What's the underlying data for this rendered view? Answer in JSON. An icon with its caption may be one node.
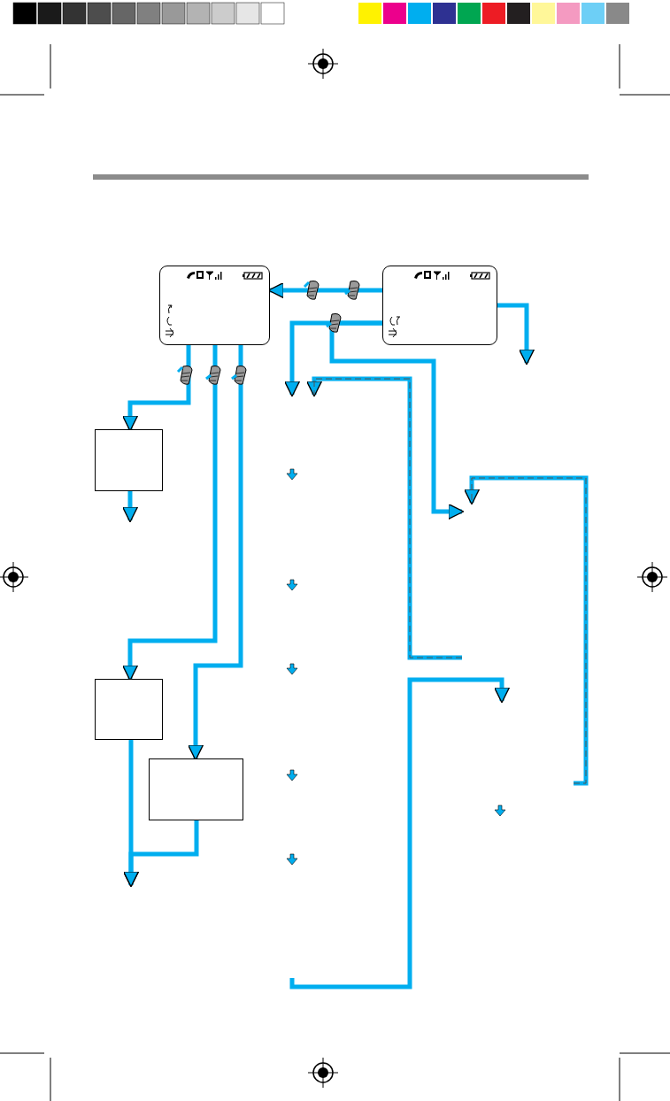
{
  "diagram": {
    "nodes": [
      {
        "text": [],
        "shape": "box"
      },
      {
        "text": [],
        "shape": "box"
      },
      {
        "text": [],
        "shape": "box"
      },
      {
        "text": [],
        "shape": "box"
      },
      {
        "text": [],
        "shape": "box"
      }
    ],
    "edges": [
      {
        "from": 1,
        "to": 0,
        "arrow": "to"
      },
      {
        "from": 0,
        "to": 2,
        "arrow": "to"
      },
      {
        "from": 2,
        "to": null,
        "arrow": "to"
      },
      {
        "from": 0,
        "to": 3,
        "arrow": "to"
      },
      {
        "from": 0,
        "to": 4,
        "arrow": "to"
      },
      {
        "from": 3,
        "to": null,
        "arrow": "to"
      },
      {
        "from": 4,
        "to": null,
        "arrow": "to"
      },
      {
        "from": 1,
        "to": null,
        "arrow": "to"
      },
      {
        "from": 1,
        "to": null,
        "arrow": "to"
      },
      {
        "from": 1,
        "to": null,
        "arrow": "to"
      }
    ]
  }
}
